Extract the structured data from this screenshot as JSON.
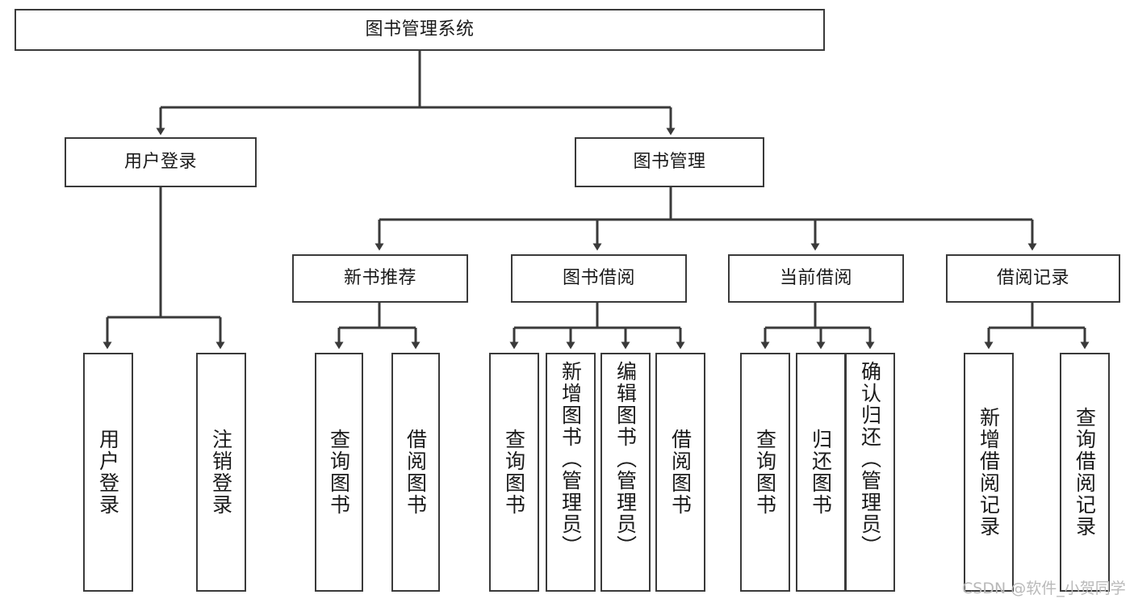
{
  "diagram": {
    "type": "tree-hierarchy",
    "title": "图书管理系统",
    "root": {
      "id": "root",
      "label": "图书管理系统"
    },
    "level2": [
      {
        "id": "user-login",
        "label": "用户登录"
      },
      {
        "id": "book-manage",
        "label": "图书管理"
      }
    ],
    "level3": [
      {
        "id": "new-book-recommend",
        "label": "新书推荐",
        "parent": "book-manage"
      },
      {
        "id": "book-borrow",
        "label": "图书借阅",
        "parent": "book-manage"
      },
      {
        "id": "current-borrow",
        "label": "当前借阅",
        "parent": "book-manage"
      },
      {
        "id": "borrow-record",
        "label": "借阅记录",
        "parent": "book-manage"
      }
    ],
    "leaves": {
      "user_login": [
        {
          "id": "leaf-user-login",
          "label": "用户登录"
        },
        {
          "id": "leaf-user-logout",
          "label": "注销登录"
        }
      ],
      "new_book_recommend": [
        {
          "id": "leaf-query-book-1",
          "label": "查询图书"
        },
        {
          "id": "leaf-borrow-book-1",
          "label": "借阅图书"
        }
      ],
      "book_borrow": [
        {
          "id": "leaf-query-book-2",
          "label": "查询图书"
        },
        {
          "id": "leaf-add-book",
          "label": "新增图书（管理员）"
        },
        {
          "id": "leaf-edit-book",
          "label": "编辑图书（管理员）"
        },
        {
          "id": "leaf-borrow-book-2",
          "label": "借阅图书"
        }
      ],
      "current_borrow": [
        {
          "id": "leaf-query-book-3",
          "label": "查询图书"
        },
        {
          "id": "leaf-return-book",
          "label": "归还图书"
        },
        {
          "id": "leaf-confirm-return",
          "label": "确认归还（管理员）"
        }
      ],
      "borrow_record": [
        {
          "id": "leaf-add-record",
          "label": "新增借阅记录"
        },
        {
          "id": "leaf-query-record",
          "label": "查询借阅记录"
        }
      ]
    },
    "watermark": "CSDN @软件_小贺同学",
    "colors": {
      "box_border": "#3a3a3a",
      "box_fill": "#ffffff",
      "edge": "#3a3a3a",
      "text": "#1a1a1a",
      "background": "#ffffff",
      "watermark": "#b9b9b9"
    }
  }
}
